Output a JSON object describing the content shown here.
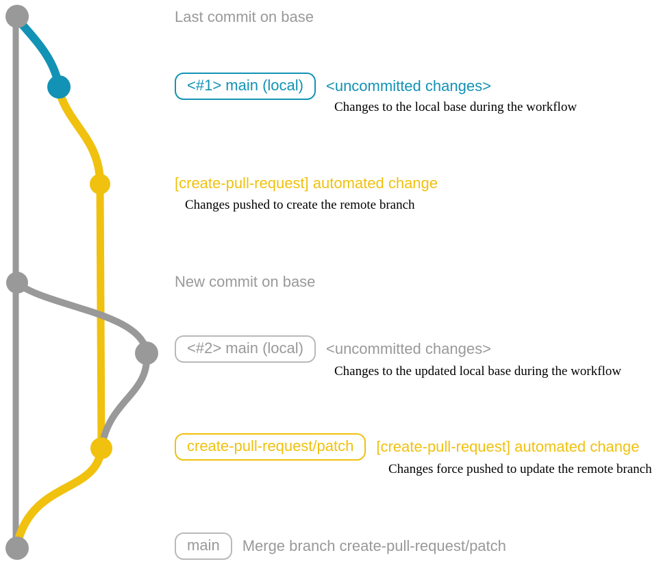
{
  "colors": {
    "gray": "#999999",
    "blue": "#1292b4",
    "yellow": "#f0c10e",
    "description_text": "#000000",
    "background": "#ffffff"
  },
  "graph": {
    "type": "git-branch-diagram",
    "branches": [
      "base",
      "main (local)",
      "create-pull-request/patch"
    ],
    "commits": [
      {
        "id": "commit-1",
        "branch": "base",
        "color": "gray",
        "note": "Last commit on base"
      },
      {
        "id": "commit-2",
        "branch": "main (local)",
        "color": "blue",
        "note": "<#1> main (local) <uncommitted changes>"
      },
      {
        "id": "commit-3",
        "branch": "create-pull-request/patch",
        "color": "yellow",
        "note": "[create-pull-request] automated change"
      },
      {
        "id": "commit-4",
        "branch": "base",
        "color": "gray",
        "note": "New commit on base"
      },
      {
        "id": "commit-5",
        "branch": "main (local)",
        "color": "gray",
        "note": "<#2> main (local) <uncommitted changes>"
      },
      {
        "id": "commit-6",
        "branch": "create-pull-request/patch",
        "color": "yellow",
        "note": "create-pull-request/patch [create-pull-request] automated change"
      },
      {
        "id": "commit-7",
        "branch": "base",
        "color": "gray",
        "note": "main — Merge branch create-pull-request/patch"
      }
    ]
  },
  "annotations": [
    {
      "color": "gray",
      "label": "Last commit on base"
    },
    {
      "color": "blue",
      "badge": "<#1> main (local)",
      "title": "<uncommitted changes>",
      "description": "Changes to the local base during the workflow"
    },
    {
      "color": "yellow",
      "title": "[create-pull-request] automated change",
      "description": "Changes pushed to create the remote branch"
    },
    {
      "color": "gray",
      "label": "New commit on base"
    },
    {
      "color": "gray",
      "badge": "<#2> main (local)",
      "title": "<uncommitted changes>",
      "description": "Changes to the updated local base during the workflow"
    },
    {
      "color": "yellow",
      "badge": "create-pull-request/patch",
      "title": "[create-pull-request] automated change",
      "description": "Changes force pushed to update the remote branch"
    },
    {
      "color": "gray",
      "badge": "main",
      "title": "Merge branch create-pull-request/patch"
    }
  ]
}
